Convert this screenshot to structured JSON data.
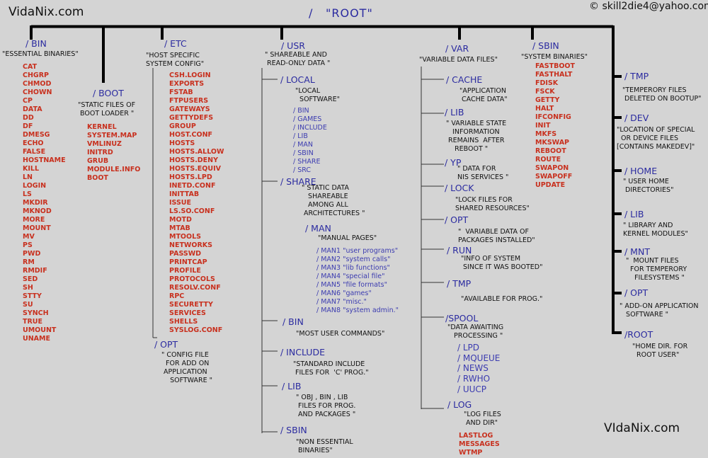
{
  "watermark_top": "VidaNix.com",
  "watermark_bottom": "VIdaNix.com",
  "copyright": "© skill2die4@yahoo.com",
  "root": {
    "slash": "/",
    "label": "\"ROOT\""
  },
  "bin": {
    "head": "/ BIN",
    "desc": "\"ESSENTIAL BINARIES\"",
    "items": [
      "CAT",
      "CHGRP",
      "CHMOD",
      "CHOWN",
      "CP",
      "DATA",
      "DD",
      "DF",
      "DMESG",
      "ECHO",
      "FALSE",
      "HOSTNAME",
      "KILL",
      "LN",
      "LOGIN",
      "LS",
      "MKDIR",
      "MKNOD",
      "MORE",
      "MOUNT",
      "MV",
      "PS",
      "PWD",
      "RM",
      "RMDIF",
      "SED",
      "SH",
      "STTY",
      "SU",
      "SYNCH",
      "TRUE",
      "UMOUNT",
      "UNAME"
    ]
  },
  "boot": {
    "head": "/ BOOT",
    "desc": "\"STATIC FILES OF\n BOOT LOADER \"",
    "items": [
      "KERNEL",
      "SYSTEM.MAP",
      "VMLINUZ",
      "INITRD",
      "GRUB",
      "MODULE.INFO",
      "BOOT"
    ]
  },
  "etc": {
    "head": "/ ETC",
    "desc": "\"HOST SPECIFIC\nSYSTEM CONFIG\"",
    "items": [
      "CSH.LOGIN",
      "EXPORTS",
      "FSTAB",
      "FTPUSERS",
      "GATEWAYS",
      "GETTYDEFS",
      "GROUP",
      "HOST.CONF",
      "HOSTS",
      "HOSTS.ALLOW",
      "HOSTS.DENY",
      "HOSTS.EQUIV",
      "HOSTS.LPD",
      "INETD.CONF",
      "INITTAB",
      "ISSUE",
      "LS.SO.CONF",
      "MOTD",
      "MTAB",
      "MTOOLS",
      "NETWORKS",
      "PASSWD",
      "PRINTCAP",
      "PROFILE",
      "PROTOCOLS",
      "RESOLV.CONF",
      "RPC",
      "SECURETTY",
      "SERVICES",
      "SHELLS",
      "SYSLOG.CONF"
    ],
    "opt_head": "/ OPT",
    "opt_desc": "\" CONFIG FILE\n  FOR ADD ON\n APPLICATION\n    SOFTWARE \""
  },
  "usr": {
    "head": "/ USR",
    "desc": "\" SHAREABLE AND\n READ-ONLY DATA \"",
    "local_head": "/ LOCAL",
    "local_desc": "\"LOCAL\n  SOFTWARE\"",
    "local_items": [
      "/ BIN",
      "/ GAMES",
      "/ INCLUDE",
      "/ LIB",
      "/ MAN",
      "/ SBIN",
      "/ SHARE",
      "/ SRC"
    ],
    "share_head": "/ SHARE",
    "share_desc": "\" STATIC DATA\n   SHAREABLE\n   AMONG ALL\n ARCHITECTURES \"",
    "man_head": "/ MAN",
    "man_desc": "\"MANUAL PAGES\"",
    "man_items": [
      "/ MAN1 \"user programs\"",
      "/ MAN2 \"system calls\"",
      "/ MAN3 \"lib functions\"",
      "/ MAN4 \"special file\"",
      "/ MAN5 \"file formats\"",
      "/ MAN6 \"games\"",
      "/ MAN7 \"misc.\"",
      "/ MAN8 \"system admin.\""
    ],
    "bin_head": "/ BIN",
    "bin_desc": "\"MOST USER COMMANDS\"",
    "include_head": "/ INCLUDE",
    "include_desc": "\"STANDARD INCLUDE\n FILES FOR  'C' PROG.\"",
    "lib_head": "/ LIB",
    "lib_desc": "\" OBJ , BIN , LIB\n FILES FOR PROG.\n AND PACKAGES \"",
    "sbin_head": "/ SBIN",
    "sbin_desc": "\"NON ESSENTIAL\n BINARIES\""
  },
  "var": {
    "head": "/ VAR",
    "desc": "\"VARIABLE DATA FILES\"",
    "cache_head": "/ CACHE",
    "cache_desc": "\"APPLICATION\n CACHE DATA\"",
    "lib_head": "/ LIB",
    "lib_desc": "\" VARIABLE STATE\n   INFORMATION\n REMAINS  AFTER\n    REBOOT \"",
    "yp_head": "/ YP",
    "yp_desc": "\" DATA FOR\nNIS SERVICES \"",
    "lock_head": "/ LOCK",
    "lock_desc": "\"LOCK FILES FOR\nSHARED RESOURCES\"",
    "opt_head": "/ OPT",
    "opt_desc": "\"  VARIABLE DATA OF\nPACKAGES INSTALLED\"",
    "run_head": "/ RUN",
    "run_desc": "\"INFO OF SYSTEM\n SINCE IT WAS BOOTED\"",
    "tmp_head": "/ TMP",
    "tmp_desc": "\"AVAILABLE FOR PROG.\"",
    "spool_head": "/SPOOL",
    "spool_desc": "\"DATA AWAITING\n   PROCESSING \"",
    "spool_items": [
      "/ LPD",
      "/ MQUEUE",
      "/ NEWS",
      "/ RWHO",
      "/ UUCP"
    ],
    "log_head": "/ LOG",
    "log_desc": "\"LOG FILES\n AND DIR\"",
    "log_items": [
      "LASTLOG",
      "MESSAGES",
      "WTMP"
    ]
  },
  "sbin": {
    "head": "/ SBIN",
    "desc": "\"SYSTEM BINARIES\"",
    "items": [
      "FASTBOOT",
      "FASTHALT",
      "FDISK",
      "FSCK",
      "GETTY",
      "HALT",
      "IFCONFIG",
      "INIT",
      "MKFS",
      "MKSWAP",
      "REBOOT",
      "ROUTE",
      "SWAPON",
      "SWAPOFF",
      "UPDATE"
    ]
  },
  "right": [
    {
      "head": "/ TMP",
      "desc": "\"TEMPERORY FILES\n DELETED ON BOOTUP\""
    },
    {
      "head": "/ DEV",
      "desc": "\"LOCATION OF SPECIAL\n  OR DEVICE FILES\n[CONTAINS MAKEDEV]\""
    },
    {
      "head": "/ HOME",
      "desc": "\" USER HOME\n DIRECTORIES\""
    },
    {
      "head": "/ LIB",
      "desc": "\" LIBRARY AND\nKERNEL MODULES\""
    },
    {
      "head": "/ MNT",
      "desc": "\"  MOUNT FILES\n  FOR TEMPERORY\n    FILESYSTEMS \""
    },
    {
      "head": "/ OPT",
      "desc": "\" ADD-ON APPLICATION\n   SOFTWARE \""
    },
    {
      "head": "/ROOT",
      "desc": "\"HOME DIR. FOR\n  ROOT USER\""
    }
  ]
}
